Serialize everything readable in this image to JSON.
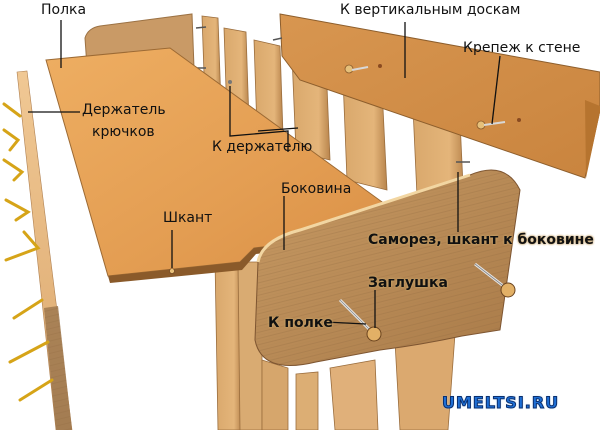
{
  "diagram": {
    "subject": "Exploded view of wooden wall shelf with hook holder",
    "labels": {
      "shelf": "Полка",
      "hook_holder_line1": "Держатель",
      "hook_holder_line2": "крючков",
      "to_holder": "К держателю",
      "to_vertical_boards": "К вертикальным доскам",
      "wall_mount": "Крепеж к стене",
      "side_panel": "Боковина",
      "dowel": "Шкант",
      "screw_dowel_to_side": "Саморез, шкант к боковине",
      "plug": "Заглушка",
      "to_shelf": "К полке"
    },
    "watermark": "UMELTSI.RU",
    "colors": {
      "shelf_wood": "#e5a45a",
      "light_wood": "#e9bf84",
      "side_wood": "#b98a56",
      "dark_edge": "#8a5a2a",
      "hook_gold": "#d9a91e",
      "leader_line": "#111111",
      "watermark_blue": "#1d6fd6"
    }
  }
}
